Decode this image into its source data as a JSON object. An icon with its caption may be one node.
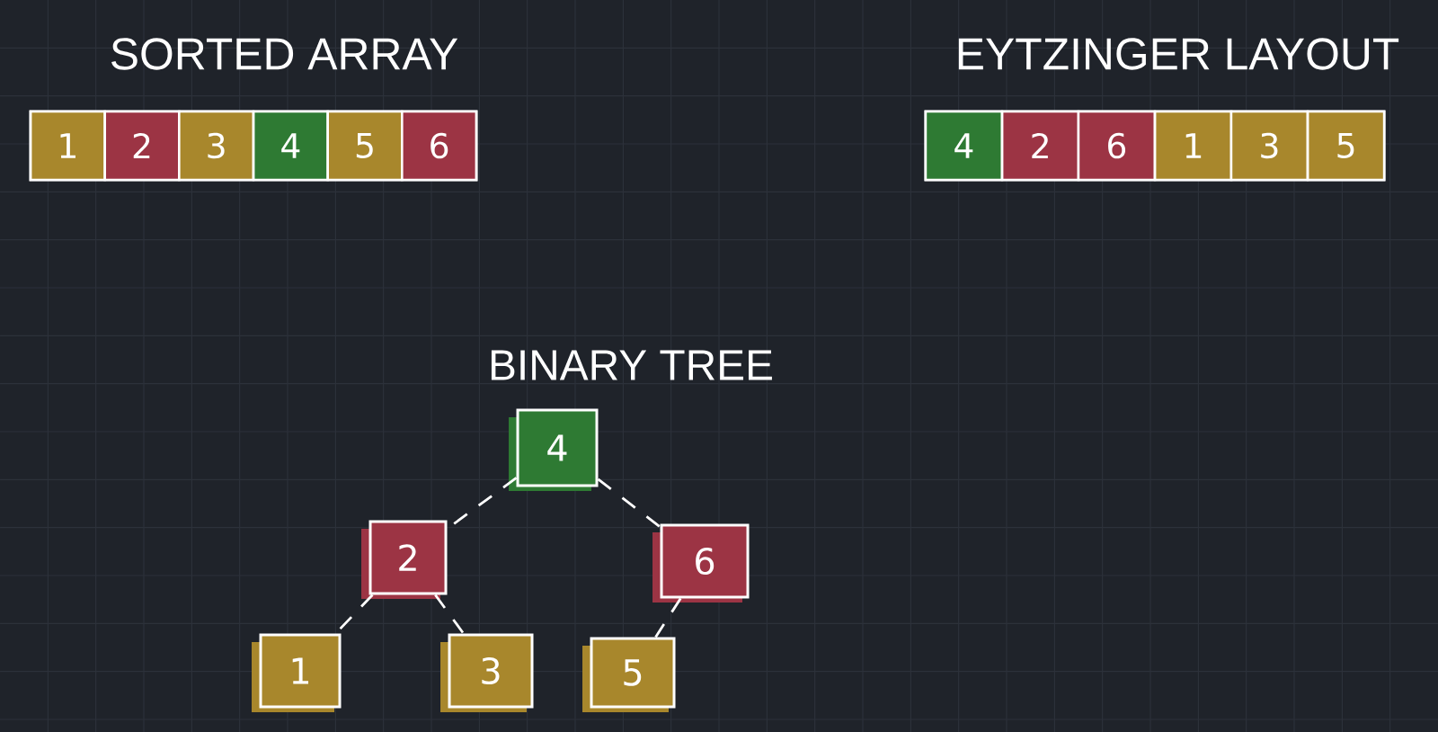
{
  "diagram": {
    "nodes": [
      {
        "text": [
          "SORTED ARRAY"
        ]
      },
      {
        "text": [
          "1"
        ],
        "in": 0
      },
      {
        "text": [
          "2"
        ],
        "in": 0
      },
      {
        "text": [
          "3"
        ],
        "in": 0
      },
      {
        "text": [
          "4"
        ],
        "in": 0
      },
      {
        "text": [
          "5"
        ],
        "in": 0
      },
      {
        "text": [
          "6"
        ],
        "in": 0
      },
      {
        "text": [
          "EYTZINGER LAYOUT"
        ]
      },
      {
        "text": [
          "4"
        ],
        "in": 7
      },
      {
        "text": [
          "2"
        ],
        "in": 7
      },
      {
        "text": [
          "6"
        ],
        "in": 7
      },
      {
        "text": [
          "1"
        ],
        "in": 7
      },
      {
        "text": [
          "3"
        ],
        "in": 7
      },
      {
        "text": [
          "5"
        ],
        "in": 7
      },
      {
        "text": [
          "4"
        ]
      },
      {
        "text": [
          "2"
        ]
      },
      {
        "text": [
          "6"
        ]
      },
      {
        "text": [
          "1"
        ]
      },
      {
        "text": [
          "3"
        ]
      },
      {
        "text": [
          "5"
        ]
      }
    ],
    "edges": [
      {
        "from": 14,
        "to": 15,
        "arrow": "none",
        "style": "dashed"
      },
      {
        "from": 14,
        "to": 16,
        "arrow": "none",
        "style": "dashed"
      },
      {
        "from": 15,
        "to": 17,
        "arrow": "none",
        "style": "dashed"
      },
      {
        "from": 15,
        "to": 18,
        "arrow": "none",
        "style": "dashed"
      },
      {
        "from": 16,
        "to": 19,
        "arrow": "none",
        "style": "dashed"
      }
    ],
    "labels": [
      "BINARY TREE"
    ]
  }
}
